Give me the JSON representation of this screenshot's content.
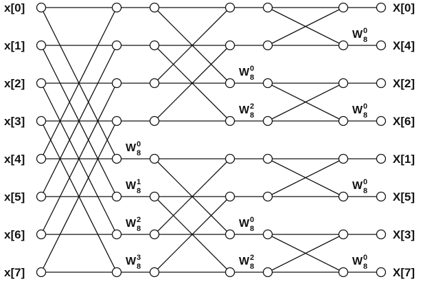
{
  "inputs": [
    "x[0]",
    "x[1]",
    "x[2]",
    "x[3]",
    "x[4]",
    "x[5]",
    "x[6]",
    "x[7]"
  ],
  "outputs": [
    "X[0]",
    "X[4]",
    "X[2]",
    "X[6]",
    "X[1]",
    "X[5]",
    "X[3]",
    "X[7]"
  ],
  "twiddle_base": "W",
  "twiddle_sub": "8",
  "twiddles": [
    {
      "stage": 1,
      "row": 4,
      "exp": "0"
    },
    {
      "stage": 1,
      "row": 5,
      "exp": "1"
    },
    {
      "stage": 1,
      "row": 6,
      "exp": "2"
    },
    {
      "stage": 1,
      "row": 7,
      "exp": "3"
    },
    {
      "stage": 2,
      "row": 2,
      "exp": "0"
    },
    {
      "stage": 2,
      "row": 3,
      "exp": "2"
    },
    {
      "stage": 2,
      "row": 6,
      "exp": "0"
    },
    {
      "stage": 2,
      "row": 7,
      "exp": "2"
    },
    {
      "stage": 3,
      "row": 1,
      "exp": "0"
    },
    {
      "stage": 3,
      "row": 3,
      "exp": "0"
    },
    {
      "stage": 3,
      "row": 5,
      "exp": "0"
    },
    {
      "stage": 3,
      "row": 7,
      "exp": "0"
    }
  ],
  "stages": [
    {
      "span": 4
    },
    {
      "span": 2
    },
    {
      "span": 1
    }
  ]
}
